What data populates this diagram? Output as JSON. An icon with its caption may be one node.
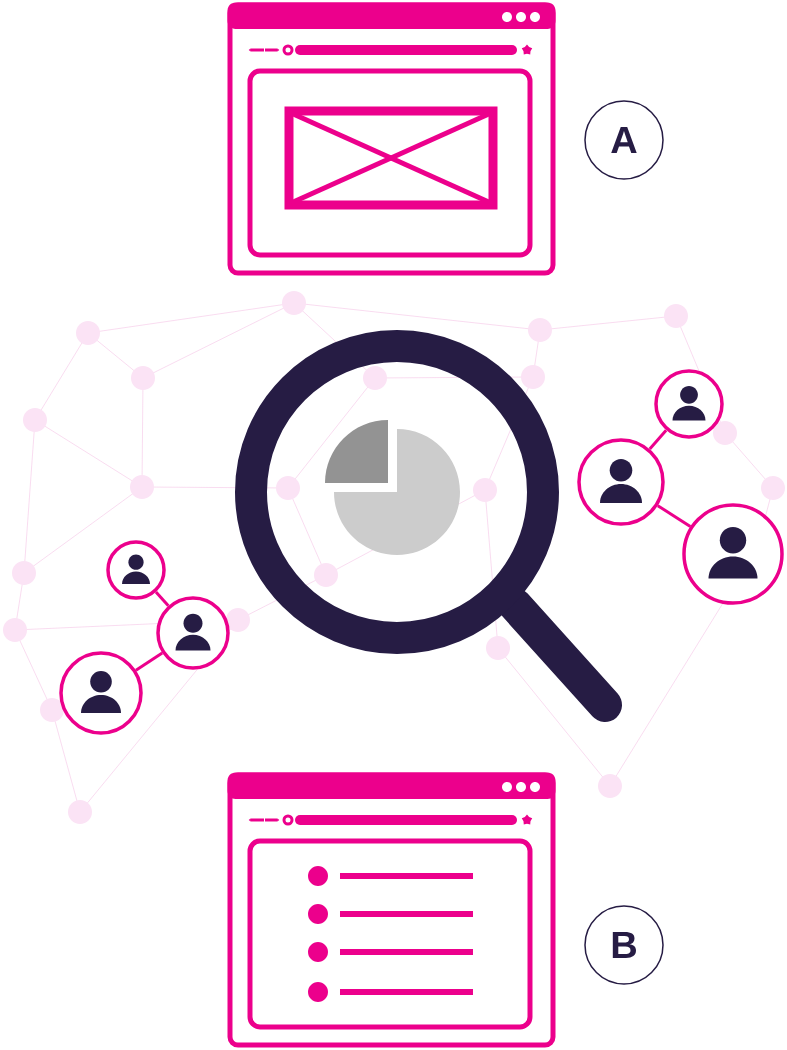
{
  "diagram": {
    "nodes": [
      {
        "text": [
          "A"
        ]
      },
      {
        "text": [],
        "shape": "person"
      },
      {
        "text": [],
        "shape": "person"
      },
      {
        "text": [],
        "shape": "person"
      },
      {
        "text": [],
        "shape": "person"
      },
      {
        "text": [],
        "shape": "person"
      },
      {
        "text": [],
        "shape": "person"
      },
      {
        "text": [
          "B"
        ]
      }
    ],
    "edges": [
      {
        "from": 1,
        "to": 2,
        "arrow": "none"
      },
      {
        "from": 2,
        "to": 3,
        "arrow": "none"
      },
      {
        "from": 4,
        "to": 5,
        "arrow": "none"
      },
      {
        "from": 5,
        "to": 6,
        "arrow": "none"
      }
    ]
  }
}
